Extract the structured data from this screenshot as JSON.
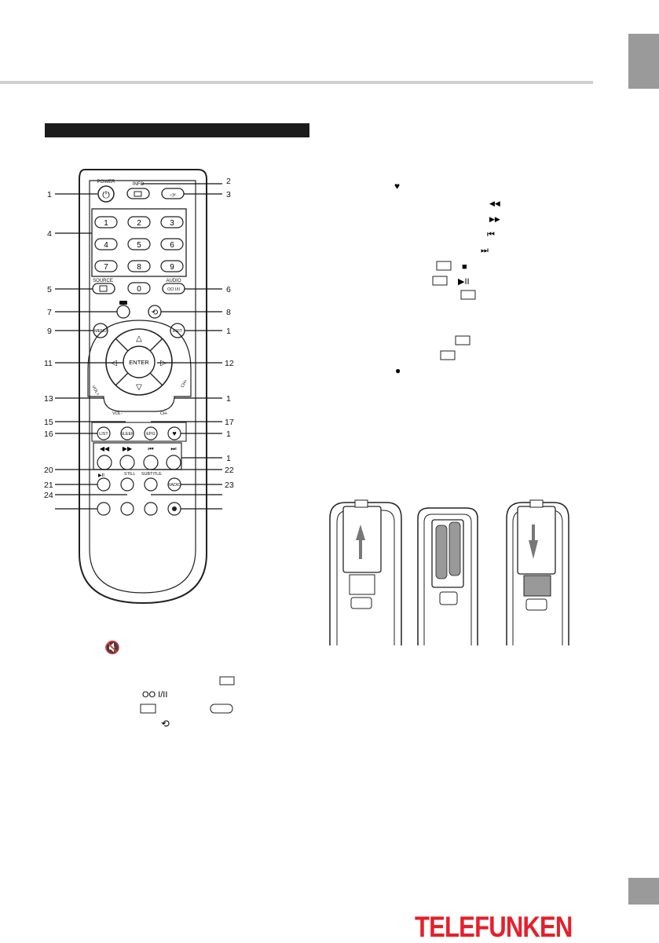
{
  "brand": {
    "logo_text": "TELEFUNKEN",
    "logo_color": "#e4202b"
  },
  "remote": {
    "button_labels": {
      "power": "POWER",
      "info": "INFO",
      "source": "SOURCE",
      "audio": "AUDIO",
      "menu": "MENU",
      "exit": "EXIT",
      "enter": "ENTER",
      "vol_plus": "VOL+",
      "vol_minus": "VOL-",
      "ch_plus": "CH+",
      "ch_minus": "CH-",
      "list": "LIST",
      "sleep": "SLEEP",
      "epg": "EPG",
      "still": "STILL",
      "subtitle": "SUBTITLE",
      "radio": "RADIO",
      "audio_symbol": "OO I/II"
    },
    "digits": [
      "1",
      "2",
      "3",
      "4",
      "5",
      "6",
      "7",
      "8",
      "9",
      "0"
    ],
    "callouts": {
      "c1": "1",
      "c2": "2",
      "c3": "3",
      "c4": "4",
      "c5": "5",
      "c6": "6",
      "c7": "7",
      "c8": "8",
      "c9": "9",
      "c10": "1",
      "c11": "11",
      "c12": "12",
      "c13": "13",
      "c14": "1",
      "c15": "15",
      "c16": "16",
      "c17": "17",
      "c18": "1",
      "c19": "1",
      "c20": "20",
      "c21": "21",
      "c22": "22",
      "c23": "23",
      "c24": "24"
    }
  },
  "description_symbols": {
    "favorite": "♥",
    "rewind": "◀◀",
    "fast_forward": "▶▶",
    "previous": "⏮",
    "next": "⏭",
    "stop": "■",
    "play_pause": "▶II",
    "record": "●",
    "audio_symbol": "OO I/II",
    "mute": "🔇",
    "repeat": "⟲"
  }
}
